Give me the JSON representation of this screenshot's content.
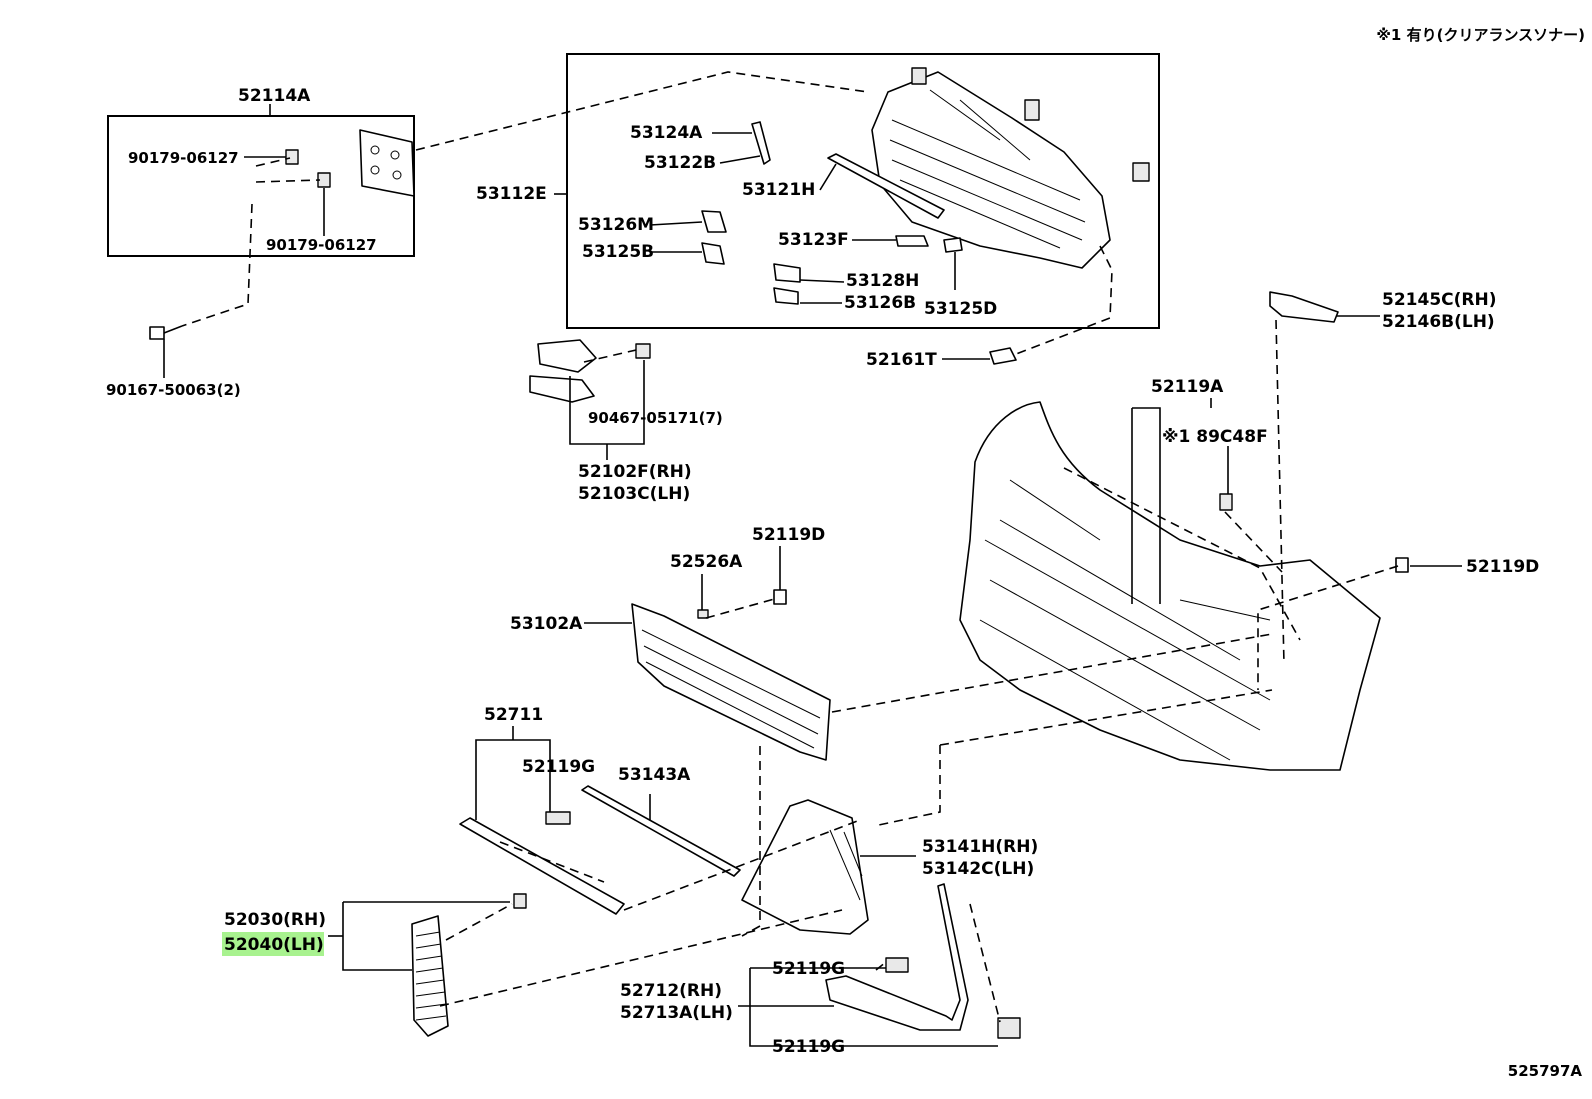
{
  "header": {
    "note": "※1 有り(クリアランスソナー)"
  },
  "footer": {
    "illustration_code": "525797A"
  },
  "highlight_color": "#a8f28f",
  "parts": [
    {
      "id": "p52114A",
      "label": "52114A",
      "icon": "license-bracket-icon"
    },
    {
      "id": "p90179a",
      "label": "90179-06127",
      "icon": "clip-icon"
    },
    {
      "id": "p90179b",
      "label": "90179-06127",
      "icon": "clip-icon"
    },
    {
      "id": "p90167",
      "label": "90167-50063(2)",
      "icon": "screw-icon"
    },
    {
      "id": "p53112E",
      "label": "53112E",
      "icon": "grille-assembly-icon"
    },
    {
      "id": "p53124A",
      "label": "53124A",
      "icon": "emblem-icon"
    },
    {
      "id": "p53122B",
      "label": "53122B",
      "icon": "moulding-icon"
    },
    {
      "id": "p53121H",
      "label": "53121H",
      "icon": "moulding-icon"
    },
    {
      "id": "p53126M",
      "label": "53126M",
      "icon": "moulding-icon"
    },
    {
      "id": "p53125B",
      "label": "53125B",
      "icon": "moulding-icon"
    },
    {
      "id": "p53123F",
      "label": "53123F",
      "icon": "moulding-icon"
    },
    {
      "id": "p53128H",
      "label": "53128H",
      "icon": "moulding-icon"
    },
    {
      "id": "p53126B",
      "label": "53126B",
      "icon": "moulding-icon"
    },
    {
      "id": "p53125D",
      "label": "53125D",
      "icon": "moulding-icon"
    },
    {
      "id": "p52161T",
      "label": "52161T",
      "icon": "clip-icon"
    },
    {
      "id": "p52145C",
      "label": "52145C(RH)",
      "icon": "bracket-icon"
    },
    {
      "id": "p52146B",
      "label": "52146B(LH)",
      "icon": "bracket-icon"
    },
    {
      "id": "p90467",
      "label": "90467-05171(7)",
      "icon": "clip-icon"
    },
    {
      "id": "p52102F",
      "label": "52102F(RH)",
      "icon": "bracket-icon"
    },
    {
      "id": "p52103C",
      "label": "52103C(LH)",
      "icon": "bracket-icon"
    },
    {
      "id": "p52119A",
      "label": "52119A",
      "icon": "bumper-cover-icon"
    },
    {
      "id": "p89C48F",
      "label": "※1 89C48F",
      "icon": "sensor-retainer-icon"
    },
    {
      "id": "p52119Da",
      "label": "52119D",
      "icon": "screw-icon"
    },
    {
      "id": "p52526A",
      "label": "52526A",
      "icon": "clip-icon"
    },
    {
      "id": "p53102A",
      "label": "53102A",
      "icon": "lower-grille-icon"
    },
    {
      "id": "p52119Db",
      "label": "52119D",
      "icon": "screw-icon"
    },
    {
      "id": "p52711",
      "label": "52711",
      "icon": "moulding-icon"
    },
    {
      "id": "p52119Ga",
      "label": "52119G",
      "icon": "clip-icon"
    },
    {
      "id": "p53143A",
      "label": "53143A",
      "icon": "moulding-icon"
    },
    {
      "id": "p53141H",
      "label": "53141H(RH)",
      "icon": "duct-icon"
    },
    {
      "id": "p53142C",
      "label": "53142C(LH)",
      "icon": "duct-icon"
    },
    {
      "id": "p52030",
      "label": "52030(RH)",
      "icon": "side-grille-icon"
    },
    {
      "id": "p52040",
      "label": "52040(LH)",
      "icon": "side-grille-icon",
      "highlighted": true
    },
    {
      "id": "p52119Gb",
      "label": "52119G",
      "icon": "clip-icon"
    },
    {
      "id": "p52712",
      "label": "52712(RH)",
      "icon": "moulding-icon"
    },
    {
      "id": "p52713A",
      "label": "52713A(LH)",
      "icon": "moulding-icon"
    },
    {
      "id": "p52119Gc",
      "label": "52119G",
      "icon": "clip-icon"
    }
  ]
}
